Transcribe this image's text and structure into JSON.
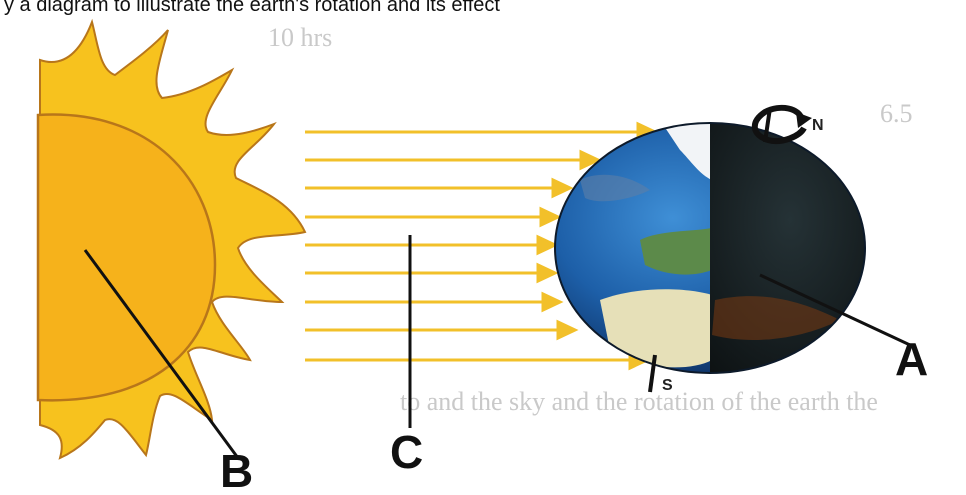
{
  "top_text": "y a diagram to illustrate the earth's rotation and its effect",
  "labels": {
    "a": "A",
    "b": "B",
    "c": "C"
  },
  "poles": {
    "north": "N",
    "south": "S"
  },
  "faint_background_text": [
    "10 hrs",
    "6.5",
    "to and the sky and the rotation of the earth the"
  ],
  "colors": {
    "sun_body": "#f6b21b",
    "sun_rays": "#f7c21e",
    "sun_outline": "#b8761a",
    "light_arrow": "#f2c02a",
    "ocean": "#1d5fa8",
    "night_side": "#141a1c",
    "label_line": "#111111"
  },
  "icons": [
    "rotation-arrow-icon"
  ]
}
